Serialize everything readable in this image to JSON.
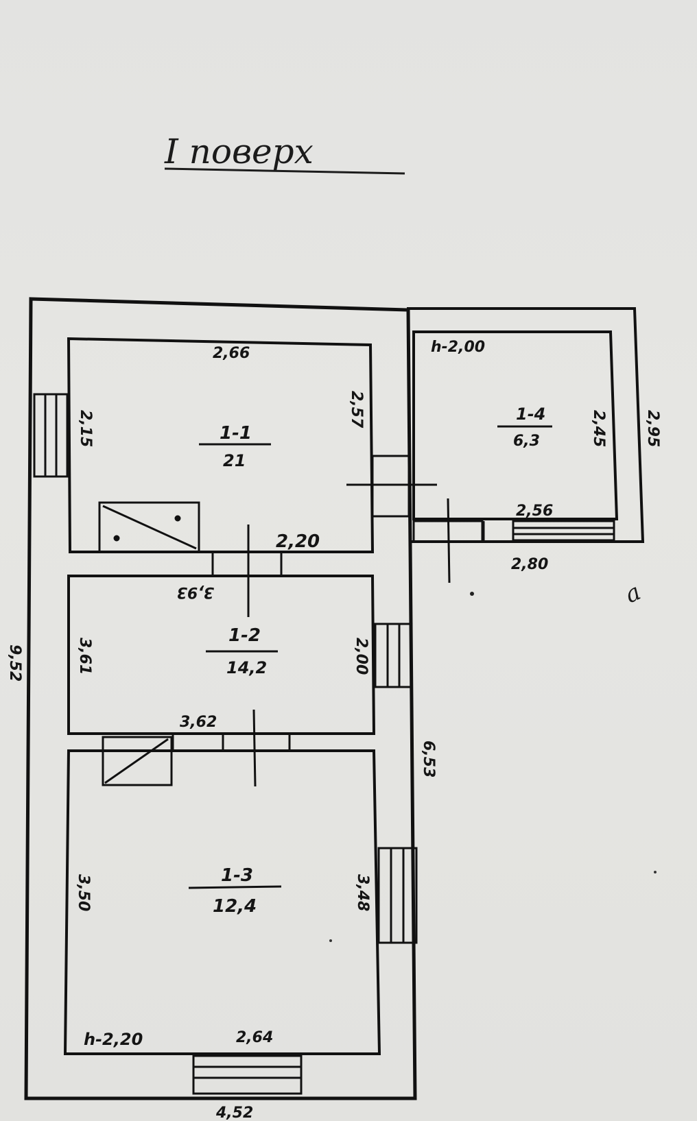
{
  "title": "I поверх",
  "rooms": [
    {
      "id": "1-1",
      "label": "1-1",
      "area": "21"
    },
    {
      "id": "1-2",
      "label": "1-2",
      "area": "14,2"
    },
    {
      "id": "1-3",
      "label": "1-3",
      "area": "12,4"
    },
    {
      "id": "1-4",
      "label": "1-4",
      "area": "6,3"
    }
  ],
  "dimensions": {
    "r1_top": "2,66",
    "r1_left": "2,15",
    "r1_right": "2,57",
    "r1_bottom": "2,20",
    "r2_top": "3,93",
    "r2_left": "3,61",
    "r2_right": "2,00",
    "r2_bottom": "3,62",
    "r3_left": "3,50",
    "r3_right": "3,48",
    "r3_bottom": "2,64",
    "r3_height": "h-2,20",
    "r4_height": "h-2,00",
    "r4_right": "2,45",
    "r4_bottom": "2,56",
    "r4_outer_right": "2,95",
    "r4_outer_bottom": "2,80",
    "outer_left": "9,52",
    "outer_right_mid": "6,53",
    "outer_bottom": "4,52",
    "stamp": "а"
  }
}
